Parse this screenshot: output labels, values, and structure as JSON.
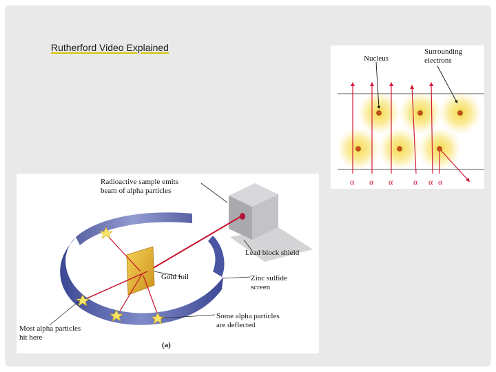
{
  "link": {
    "label": "Rutherford Video Explained"
  },
  "apparatus": {
    "labels": {
      "source_line1": "Radioactive sample emits",
      "source_line2": "beam of alpha particles",
      "lead_block": "Lead block shield",
      "gold_foil": "Gold foil",
      "zinc_line1": "Zinc sulfide",
      "zinc_line2": "screen",
      "deflected_line1": "Some alpha particles",
      "deflected_line2": "are deflected",
      "most_line1": "Most alpha particles",
      "most_line2": "hit here",
      "panel": "(a)"
    },
    "colors": {
      "screen": "#5a66ad",
      "beam": "#c8102e",
      "foil": "#e8b830",
      "block": "#b8b8bc"
    }
  },
  "atoms": {
    "labels": {
      "nucleus": "Nucleus",
      "electrons_line1": "Surrounding",
      "electrons_line2": "electrons"
    },
    "alpha_symbol": "α",
    "colors": {
      "glow": "#f6d94a",
      "nucleus": "#c8501a",
      "track": "#d01a3a"
    }
  }
}
